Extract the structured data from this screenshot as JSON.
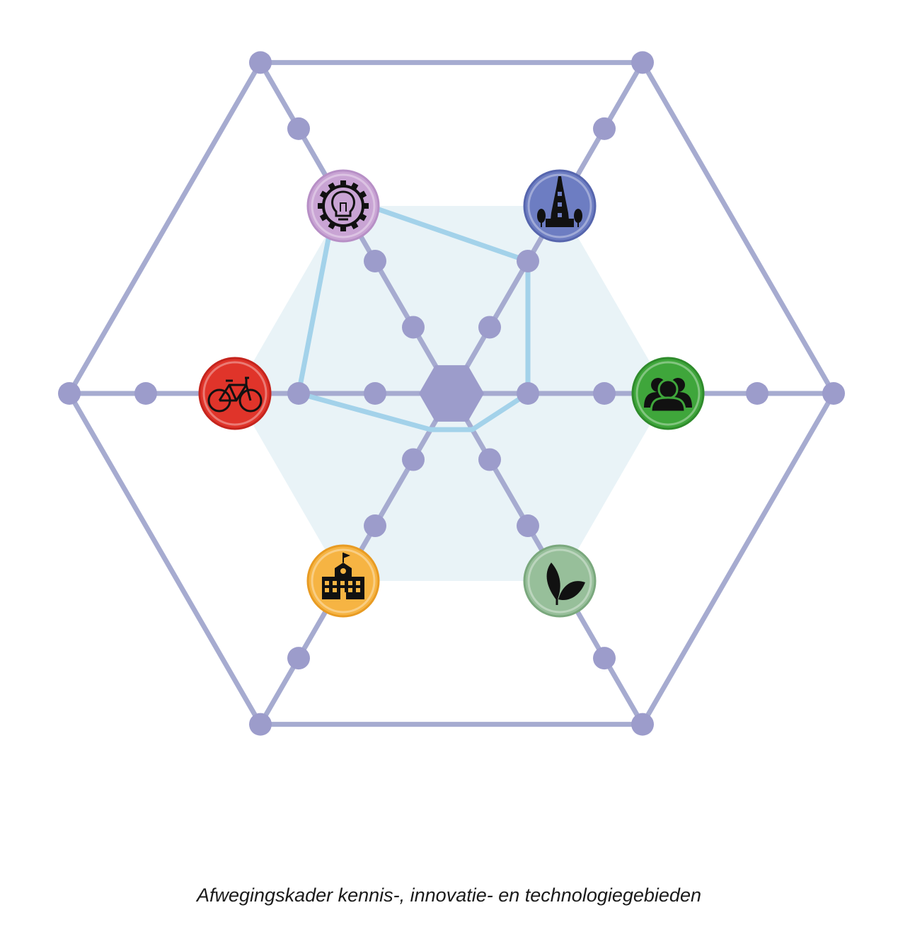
{
  "caption": "Afwegingskader kennis-, innovatie- en technologiegebieden",
  "colors": {
    "grid": "#a6abd0",
    "node": "#9c9ccb",
    "center": "#9c9ccb",
    "shade": "#e9f3f7",
    "profile": "#a3d2ea"
  },
  "axes": [
    {
      "name": "innovatie",
      "icon": "lightbulb-gear-icon",
      "color": "#c9a4d4",
      "ring": "#b78fc6",
      "score": 3
    },
    {
      "name": "cultuur",
      "icon": "church-tower-icon",
      "color": "#6d7dc2",
      "ring": "#5665ad",
      "score": 2
    },
    {
      "name": "mensen",
      "icon": "people-group-icon",
      "color": "#3fa63b",
      "ring": "#2f8b2c",
      "score": 1
    },
    {
      "name": "duurzaamheid",
      "icon": "leaf-icon",
      "color": "#97bf9a",
      "ring": "#7aa87d",
      "score": 0.5
    },
    {
      "name": "onderwijs",
      "icon": "school-building-icon",
      "color": "#f6b443",
      "ring": "#e89b23",
      "score": 0.5
    },
    {
      "name": "mobiliteit",
      "icon": "bicycle-icon",
      "color": "#e0342a",
      "ring": "#c4241d",
      "score": 2
    }
  ]
}
